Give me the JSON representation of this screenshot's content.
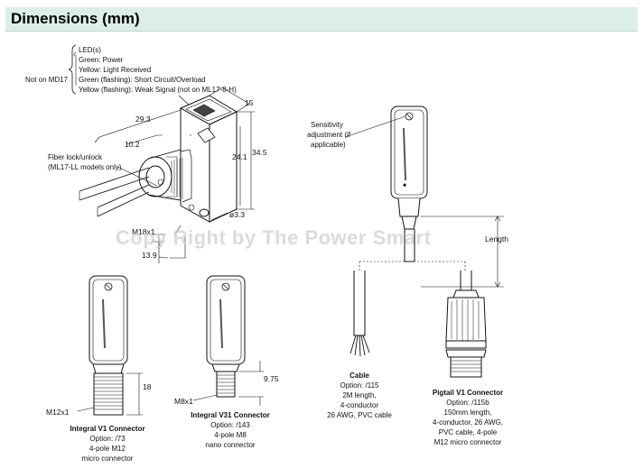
{
  "header": {
    "title": "Dimensions (mm)"
  },
  "leds": {
    "title": "LED(s)",
    "lines": [
      "Green: Power",
      "Yellow: Light Received",
      "Green (flashing): Short Circuit/Overload",
      "Yellow (flashing): Weak Signal (not on ML17-8-H)"
    ],
    "not_on": "Not on MD17"
  },
  "main_dims": {
    "d15": "15",
    "d29_3": "29.3",
    "d10_2": "10.2",
    "d24_1": "24.1",
    "d34_5": "34.5",
    "d3_3": "ø3.3",
    "m18": "M18x1",
    "d13_9": "13.9"
  },
  "fiber": {
    "line1": "Fiber lock/unlock",
    "line2": "(ML17-LL models only)"
  },
  "sensitivity": {
    "line1": "Sensitivity",
    "line2": "adjustment (if",
    "line3": "applicable)"
  },
  "length_label": "Length",
  "watermark": "Copy Right by The Power Smart",
  "integral_v1": {
    "thread": "M12x1",
    "dim": "18",
    "title": "Integral V1 Connector",
    "lines": [
      "Option: /73",
      "4-pole M12",
      "micro connector"
    ]
  },
  "integral_v31": {
    "thread": "M8x1",
    "dim": "9.75",
    "title": "Integral V31 Connector",
    "lines": [
      "Option: /143",
      "4-pole M8",
      "nano connector"
    ]
  },
  "cable": {
    "title": "Cable",
    "lines": [
      "Option: /115",
      "2M length,",
      "4-conductor",
      "26 AWG, PVC cable"
    ]
  },
  "pigtail": {
    "title": "Pigtail V1 Connector",
    "lines": [
      "Option: /115b",
      "150mm length,",
      "4-conductor, 26 AWG,",
      "PVC cable, 4-pole",
      "M12 micro connector"
    ]
  }
}
